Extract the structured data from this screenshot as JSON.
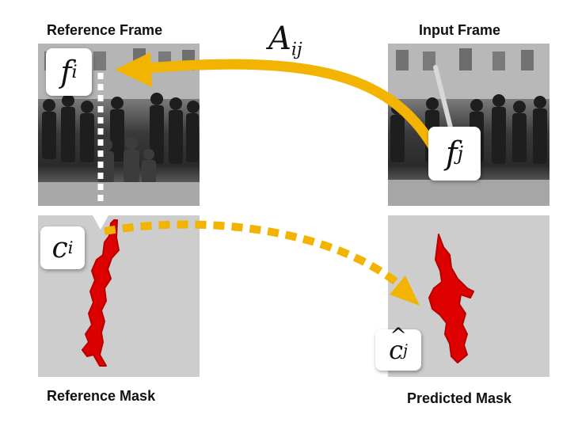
{
  "headings": {
    "reference_frame": "Reference Frame",
    "input_frame": "Input Frame",
    "reference_mask": "Reference Mask",
    "predicted_mask": "Predicted Mask"
  },
  "labels": {
    "f_i": {
      "base": "f",
      "sub": "i"
    },
    "f_j": {
      "base": "f",
      "sub": "j"
    },
    "c_i": {
      "base": "c",
      "sub": "i"
    },
    "c_hat_j": {
      "base": "c",
      "sub": "j"
    },
    "affinity": {
      "base": "A",
      "sub": "ij"
    }
  },
  "colors": {
    "arrow": "#f2b400",
    "mask": "#dd0000",
    "mask_background": "#cdcdcd"
  }
}
